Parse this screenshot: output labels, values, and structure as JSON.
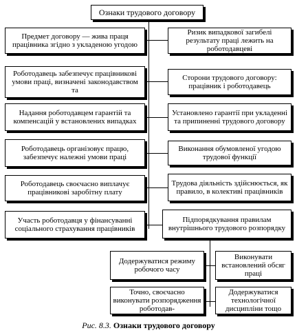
{
  "diagram": {
    "root": "Ознаки трудового договору",
    "left": [
      "Предмет договору — жива праця працівника згідно з укладеною угодою",
      "Роботодавець забезпечує працівникові умови праці, визначені законодавством та",
      "Надання роботодавцем гарантій та компенсацій у встановлених випадках",
      "Роботодавець організовує працю, забезпечує належні умови праці",
      "Роботодавець своєчасно виплачує працівникові заробітну плату",
      "Участь роботодавця у фінансуванні соціального страхування працівників"
    ],
    "right": [
      "Ризик випадкової загибелі результату праці лежить на роботодавцеві",
      "Сторони трудового договору: працівник і роботодавець",
      "Установлено гарантії при укладенні та припиненні трудового договору",
      "Виконання обумовленої угодою трудової функції",
      "Трудова діяльність здійснюється, як правило, в колективі працівників",
      "Підпорядкування правилам внутрішнього трудового розпорядку"
    ],
    "sub": [
      "Додержуватися режиму робочого часу",
      "Виконувати встановлений обсяг праці",
      "Точно, своєчасно виконувати розпорядження роботодав-",
      "Додержуватися технологічної дисципліни тощо"
    ]
  },
  "caption": {
    "ref": "Рис. 8.3.",
    "title": "Ознаки трудового договору"
  }
}
